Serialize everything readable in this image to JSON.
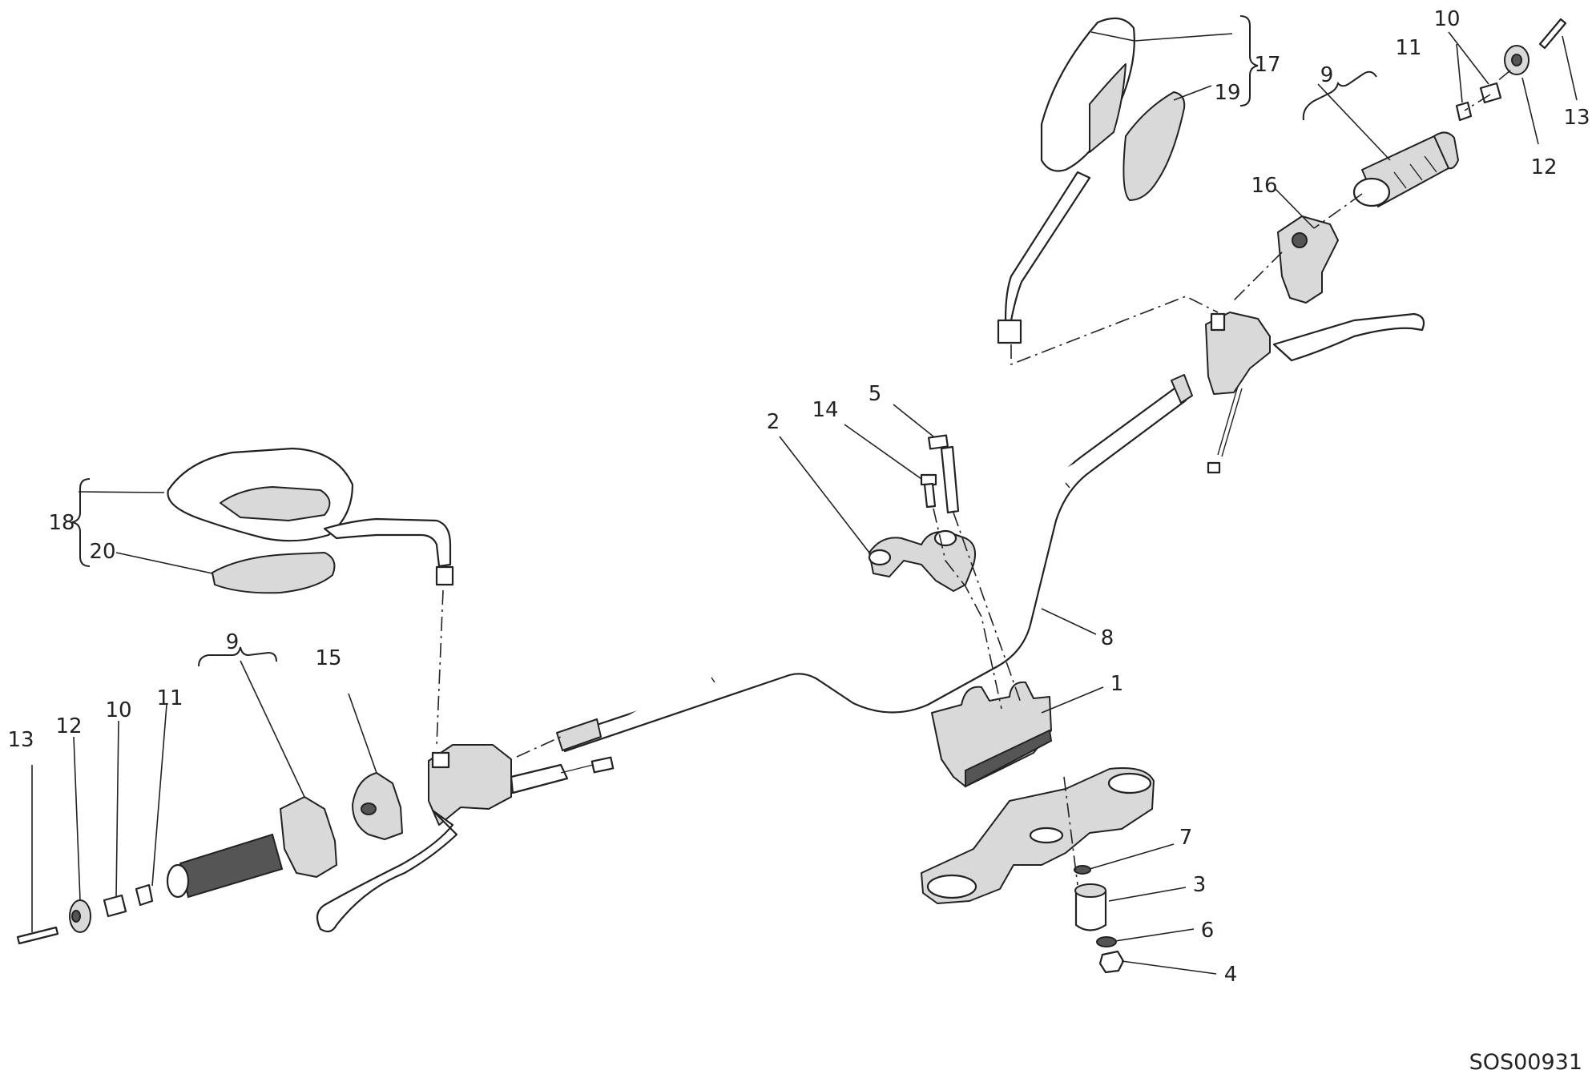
{
  "drawing_code": "SOS00931",
  "callouts": {
    "c1": "1",
    "c2": "2",
    "c3": "3",
    "c4": "4",
    "c5": "5",
    "c6": "6",
    "c7": "7",
    "c8": "8",
    "c9_left": "9",
    "c9_right": "9",
    "c10_left": "10",
    "c10_right": "10",
    "c11_left": "11",
    "c11_right": "11",
    "c12_left": "12",
    "c12_right": "12",
    "c13_left": "13",
    "c13_right": "13",
    "c14": "14",
    "c15": "15",
    "c16": "16",
    "c17": "17",
    "c18": "18",
    "c19": "19",
    "c20": "20"
  }
}
